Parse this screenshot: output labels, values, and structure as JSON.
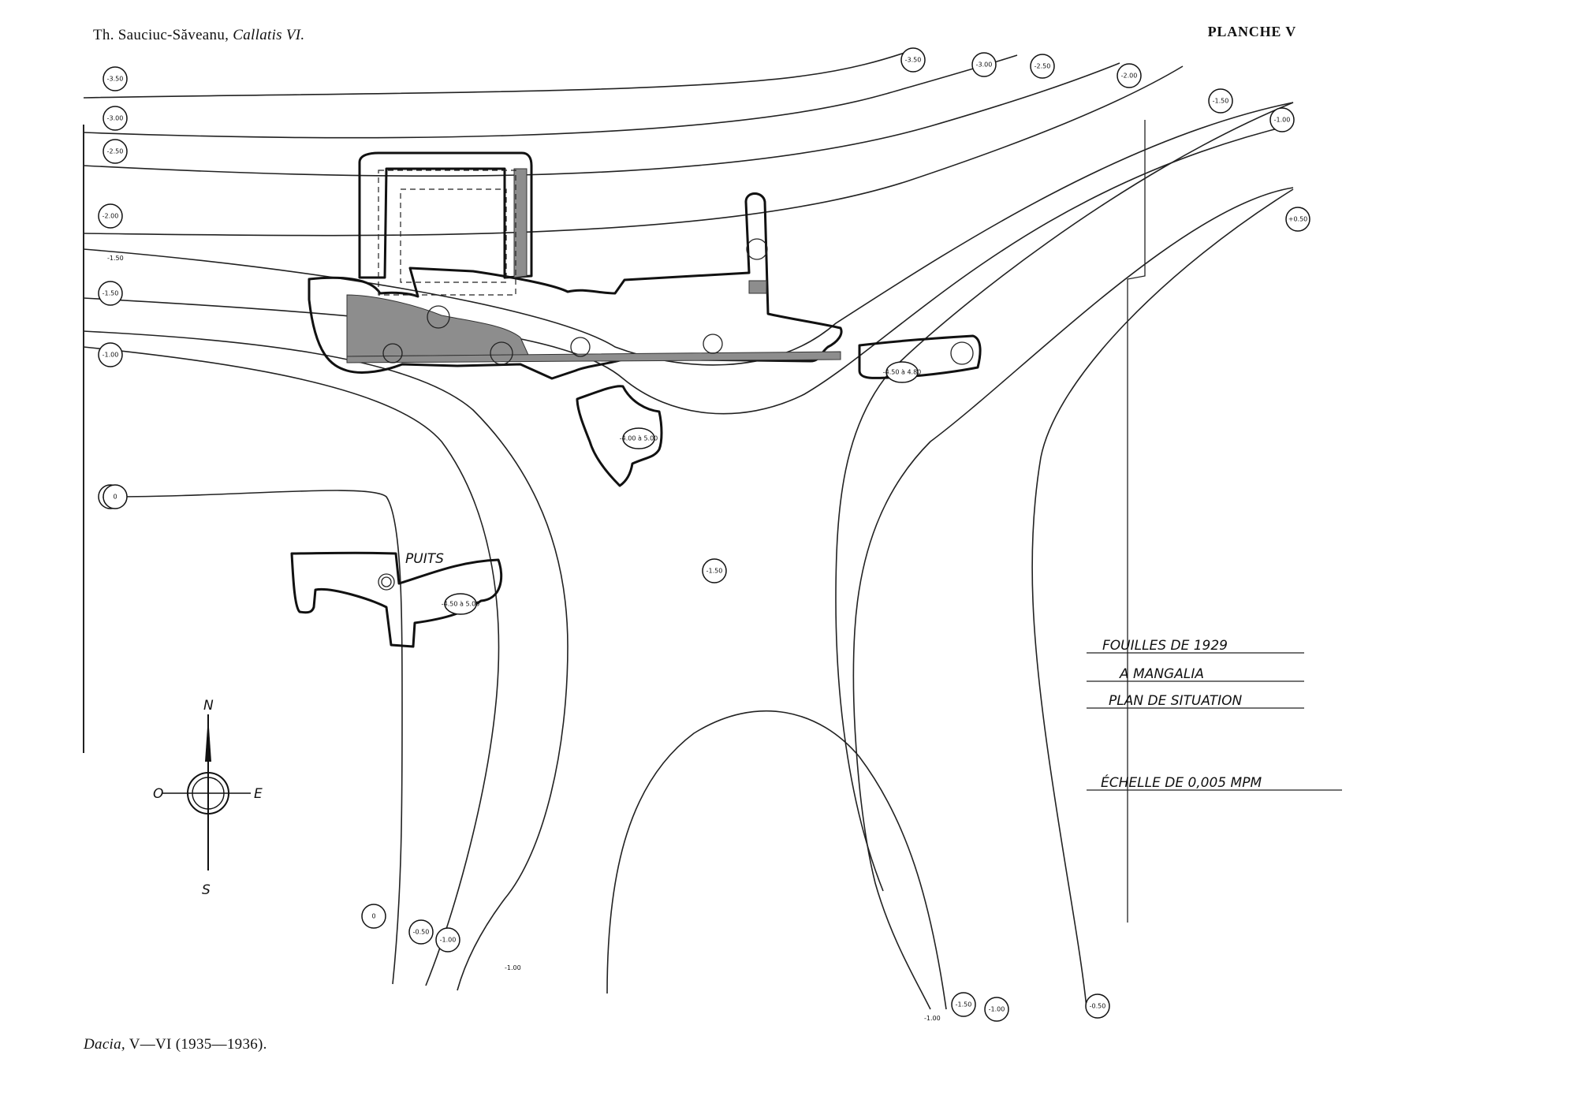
{
  "header": {
    "author": "Th. Sauciuc-Săveanu,",
    "work": "Callatis VI.",
    "plate": "PLANCHE V"
  },
  "footer": {
    "journal": "Dacia,",
    "volume": "V—VI (1935—1936)."
  },
  "legend": {
    "line1": "FOUILLES DE 1929",
    "line2": "A MANGALIA",
    "line3": "PLAN DE SITUATION",
    "scale": "ÉCHELLE DE 0,005 MPM"
  },
  "compass": {
    "north": "N",
    "south": "S",
    "east": "E",
    "west": "O"
  },
  "well_label": "PUITS",
  "elevation_labels": [
    "-3.50",
    "-3.00",
    "-2.50",
    "-2.00",
    "-1.50",
    "-1.00",
    "-0.50",
    "0",
    "-3.50",
    "-3.00",
    "-2.50",
    "-2.00",
    "-1.50",
    "-1.00",
    "+0.50",
    "-1.50",
    "0",
    "-0.50",
    "-1.00",
    "-1.50",
    "-1.00",
    "-0.50"
  ],
  "tick_labels": [
    "-1.50",
    "-1.00",
    "-1.00"
  ],
  "trench_labels": [
    "-4.00 à 5.00",
    "-4.50 à 5.00",
    "-4.50 à 4.80"
  ],
  "colors": {
    "ink": "#111111",
    "hatch": "#8d8d8d",
    "paper": "#ffffff"
  }
}
